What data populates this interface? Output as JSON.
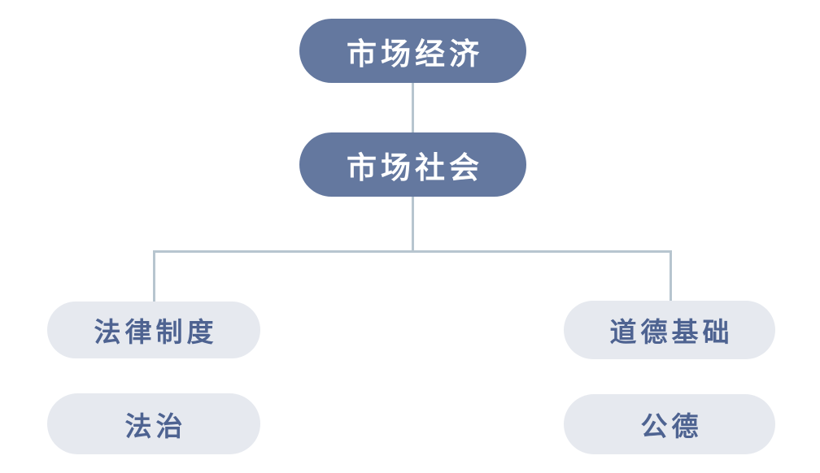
{
  "diagram": {
    "type": "flowchart",
    "nodes": {
      "market_economy": {
        "label": "市场经济",
        "style": "primary"
      },
      "market_society": {
        "label": "市场社会",
        "style": "primary"
      },
      "legal_system": {
        "label": "法律制度",
        "style": "secondary"
      },
      "moral_foundation": {
        "label": "道德基础",
        "style": "secondary"
      },
      "rule_of_law": {
        "label": "法治",
        "style": "secondary"
      },
      "public_morality": {
        "label": "公德",
        "style": "secondary"
      }
    },
    "edges": [
      {
        "from": "market_economy",
        "to": "market_society"
      },
      {
        "from": "market_society",
        "to": "legal_system"
      },
      {
        "from": "market_society",
        "to": "moral_foundation"
      }
    ],
    "colors": {
      "primary_node_fill": "#64789f",
      "primary_node_text": "#ffffff",
      "secondary_node_fill": "#e6e9ef",
      "secondary_node_text": "#4e6391",
      "connector": "#b7c5cf",
      "background": "#ffffff"
    }
  }
}
